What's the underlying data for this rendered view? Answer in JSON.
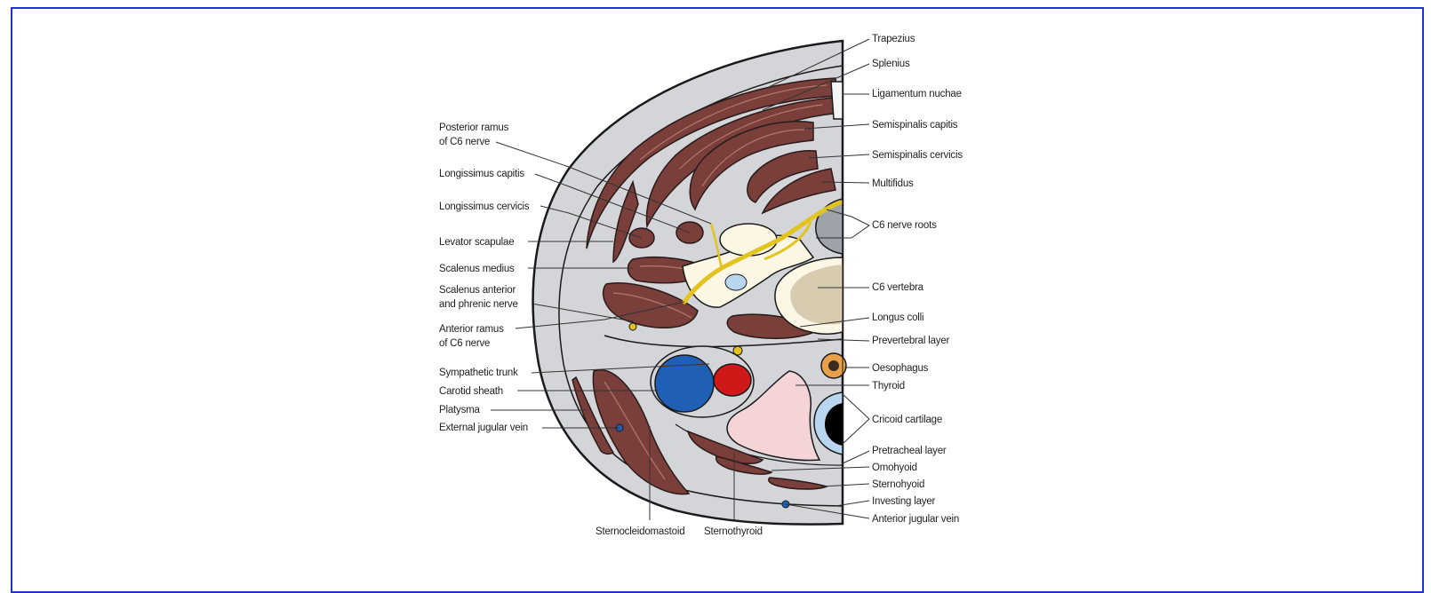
{
  "labels": {
    "trapezius": "Trapezius",
    "splenius": "Splenius",
    "ligamentum_nuchae": "Ligamentum nuchae",
    "semispinalis_capitis": "Semispinalis capitis",
    "semispinalis_cervicis": "Semispinalis cervicis",
    "multifidus": "Multifidus",
    "c6_nerve_roots": "C6 nerve roots",
    "c6_vertebra": "C6 vertebra",
    "longus_colli": "Longus colli",
    "prevertebral_layer": "Prevertebral layer",
    "oesophagus": "Oesophagus",
    "thyroid": "Thyroid",
    "cricoid_cartilage": "Cricoid cartilage",
    "pretracheal_layer": "Pretracheal layer",
    "omohyoid": "Omohyoid",
    "sternohyoid": "Sternohyoid",
    "investing_layer": "Investing layer",
    "anterior_jugular_vein": "Anterior jugular vein",
    "posterior_ramus_1": "Posterior ramus",
    "posterior_ramus_2": "of C6 nerve",
    "longissimus_capitis": "Longissimus capitis",
    "longissimus_cervicis": "Longissimus cervicis",
    "levator_scapulae": "Levator scapulae",
    "scalenus_medius": "Scalenus medius",
    "scalenus_anterior_1": "Scalenus anterior",
    "scalenus_anterior_2": "and phrenic nerve",
    "anterior_ramus_1": "Anterior ramus",
    "anterior_ramus_2": "of C6 nerve",
    "sympathetic_trunk": "Sympathetic trunk",
    "carotid_sheath": "Carotid sheath",
    "platysma": "Platysma",
    "external_jugular_vein": "External jugular vein",
    "sternocleidomastoid": "Sternocleidomastoid",
    "sternothyroid": "Sternothyroid"
  },
  "colors": {
    "frame": "#2233cc",
    "muscle": "#7a3f3a",
    "fascia": "#d3d5d8",
    "bone": "#fbf7e4",
    "vertebral_body": "#d8ccb0",
    "nerve": "#e2c31f",
    "vein": "#1f5fb6",
    "artery": "#d01818",
    "thyroid": "#f4d4d6",
    "cartilage": "#b9d6f0"
  }
}
